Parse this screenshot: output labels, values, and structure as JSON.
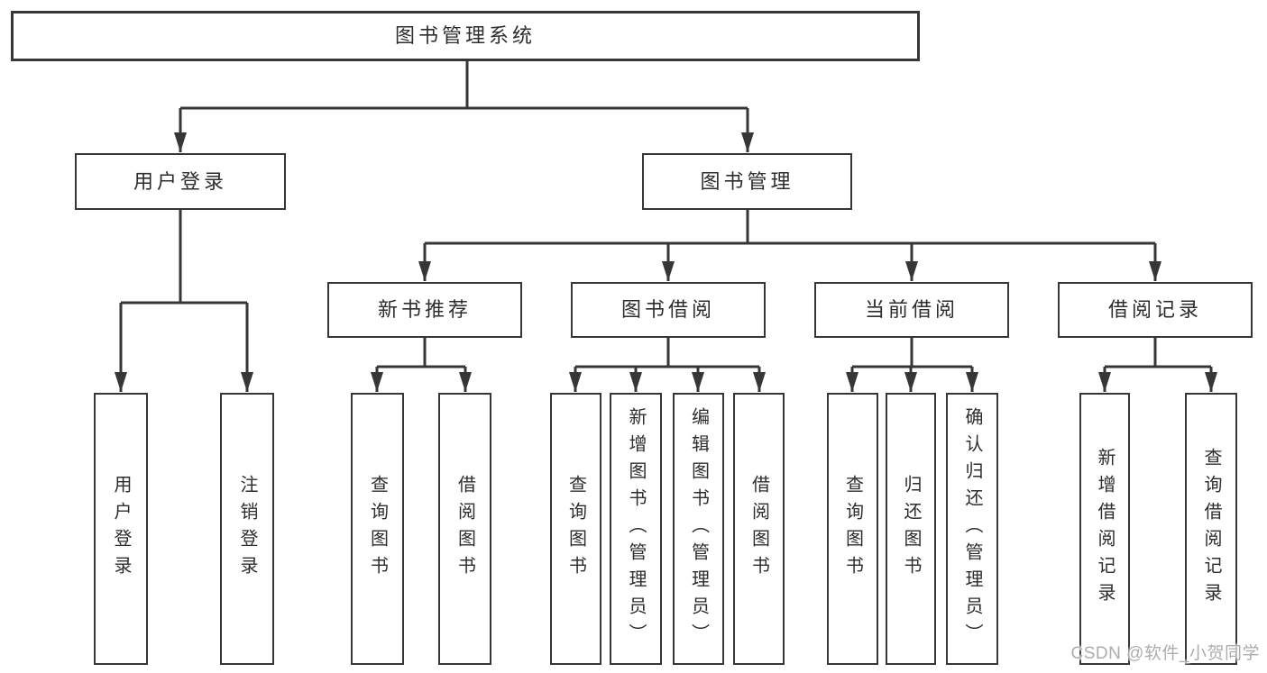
{
  "colors": {
    "line": "#363636",
    "box_border": "#363636",
    "text": "#2d2d2d",
    "watermark_text": "#adadad",
    "background": "#ffffff"
  },
  "tree": {
    "root": {
      "label": "图书管理系统"
    },
    "children": [
      {
        "label": "用户登录",
        "children": [
          "用户登录",
          "注销登录"
        ]
      },
      {
        "label": "图书管理",
        "children": [
          {
            "label": "新书推荐",
            "children": [
              "查询图书",
              "借阅图书"
            ]
          },
          {
            "label": "图书借阅",
            "children": [
              "查询图书",
              "新增图书（管理员）",
              "编辑图书（管理员）",
              "借阅图书"
            ]
          },
          {
            "label": "当前借阅",
            "children": [
              "查询图书",
              "归还图书",
              "确认归还（管理员）"
            ]
          },
          {
            "label": "借阅记录",
            "children": [
              "新增借阅记录",
              "查询借阅记录"
            ]
          }
        ]
      }
    ]
  },
  "watermark": {
    "text": "CSDN @软件_小贺同学"
  }
}
